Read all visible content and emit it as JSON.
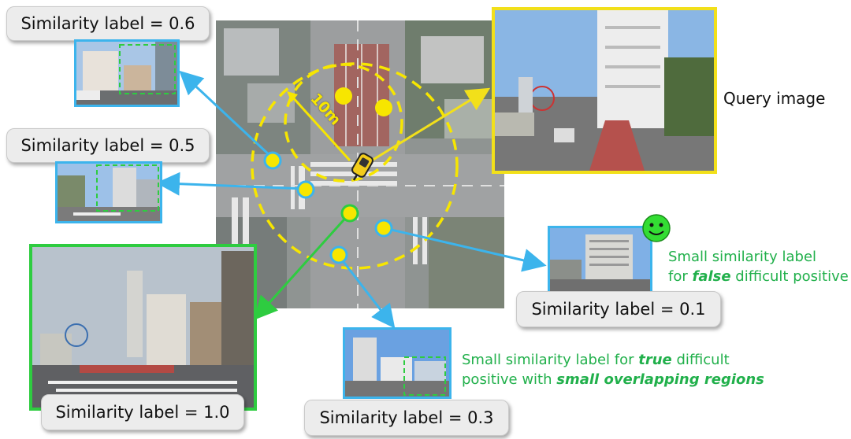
{
  "labels": {
    "sim_06": "Similarity label = 0.6",
    "sim_05": "Similarity label = 0.5",
    "sim_10": "Similarity label = 1.0",
    "sim_03": "Similarity label = 0.3",
    "sim_01": "Similarity label = 0.1"
  },
  "query_label": "Query image",
  "distance_label": "10m",
  "notes": {
    "false_positive": {
      "line1": "Small similarity label",
      "line2_prefix": "for ",
      "line2_emph": "false",
      "line2_suffix": " difficult positive"
    },
    "true_positive": {
      "line1_prefix": "Small similarity label for ",
      "line1_emph": "true",
      "line1_suffix": " difficult",
      "line2_prefix": "positive with ",
      "line2_emph": "small overlapping regions"
    }
  },
  "colors": {
    "arrow_blue": "#3cb4ec",
    "arrow_green": "#2ecc40",
    "arrow_yellow": "#f2e01a",
    "note_green": "#21b04b",
    "marker_yellow": "#f7e600"
  },
  "icons": {
    "camera": "camera-icon",
    "smiley": "smiley-face-icon"
  }
}
